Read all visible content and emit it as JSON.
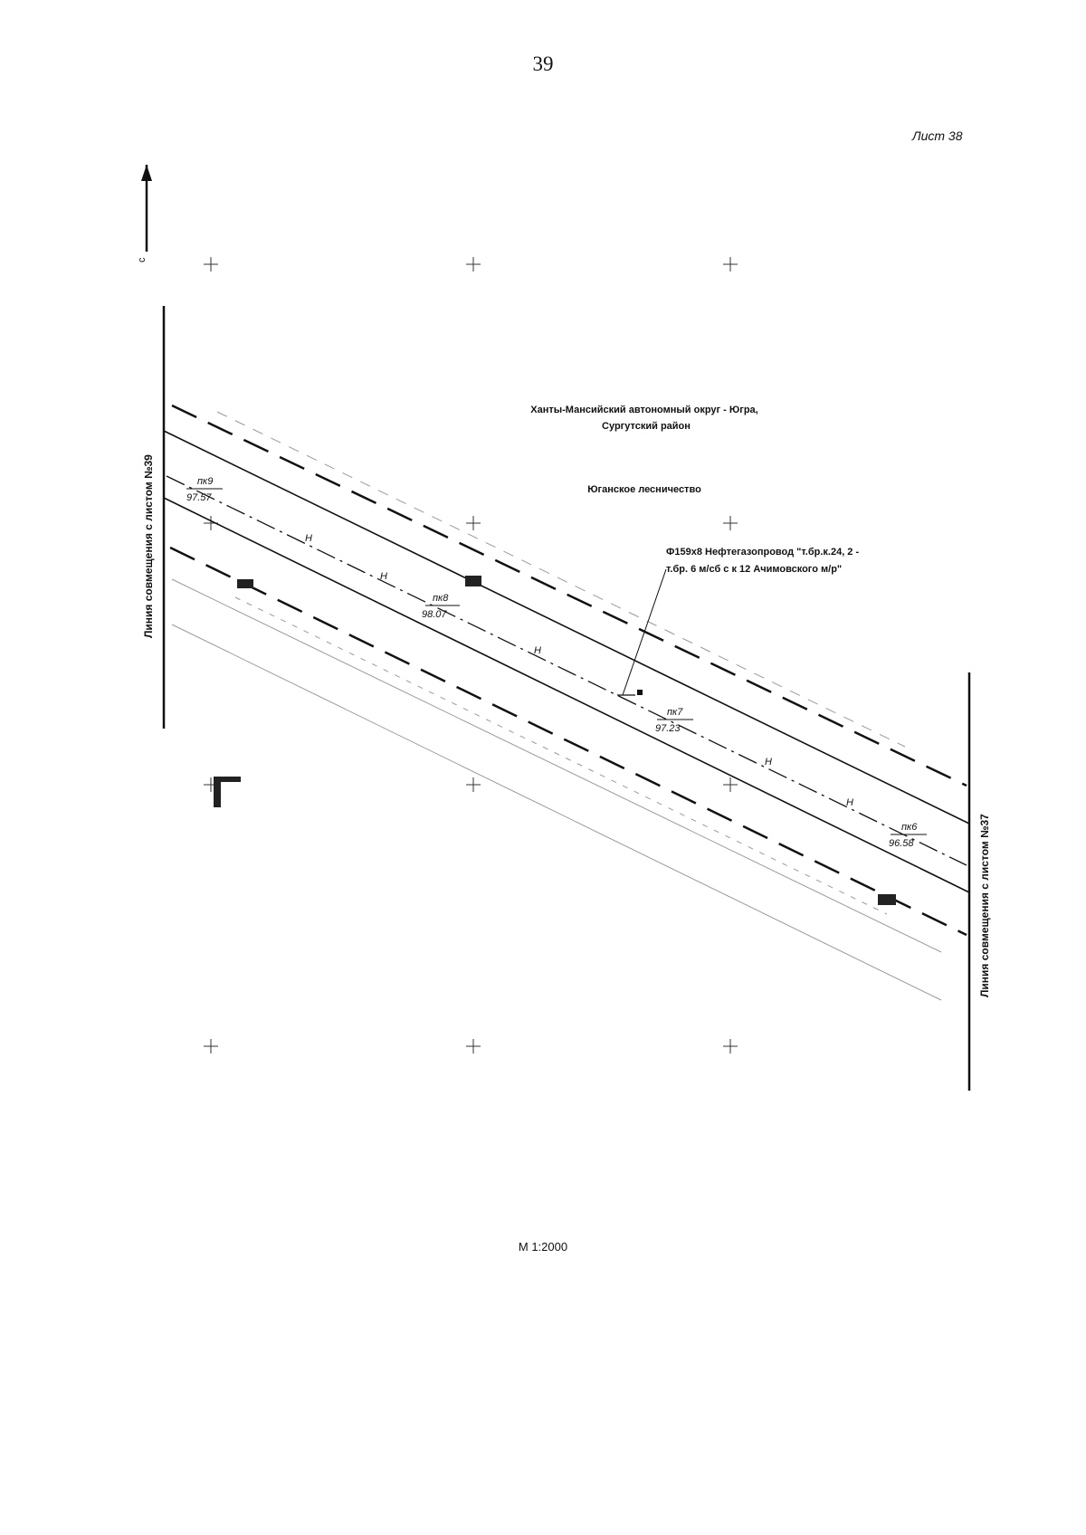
{
  "page_number": "39",
  "sheet_label": "Лист 38",
  "scale": "М 1:2000",
  "match_line_left": "Линия совмещения с листом №39",
  "match_line_right": "Линия совмещения с листом №37",
  "region_line1": "Ханты-Мансийский автономный округ - Югра,",
  "region_line2": "Сургутский район",
  "forestry": "Юганское лесничество",
  "pipeline_line1": "Ф159х8 Нефтегазопровод \"т.бр.к.24, 2 -",
  "pipeline_line2": "т.бр. 6 м/сб с к 12 Ачимовского м/р\"",
  "pickets": [
    {
      "pk": "пк9",
      "elev": "97.57"
    },
    {
      "pk": "пк8",
      "elev": "98.07"
    },
    {
      "pk": "пк7",
      "elev": "97.23"
    },
    {
      "pk": "пк6",
      "elev": "96.58"
    }
  ],
  "north_arrow_label": "с",
  "pipe_marker": "Н",
  "colors": {
    "ink": "#111111",
    "faint": "#9a9a9a",
    "paper": "#ffffff"
  }
}
